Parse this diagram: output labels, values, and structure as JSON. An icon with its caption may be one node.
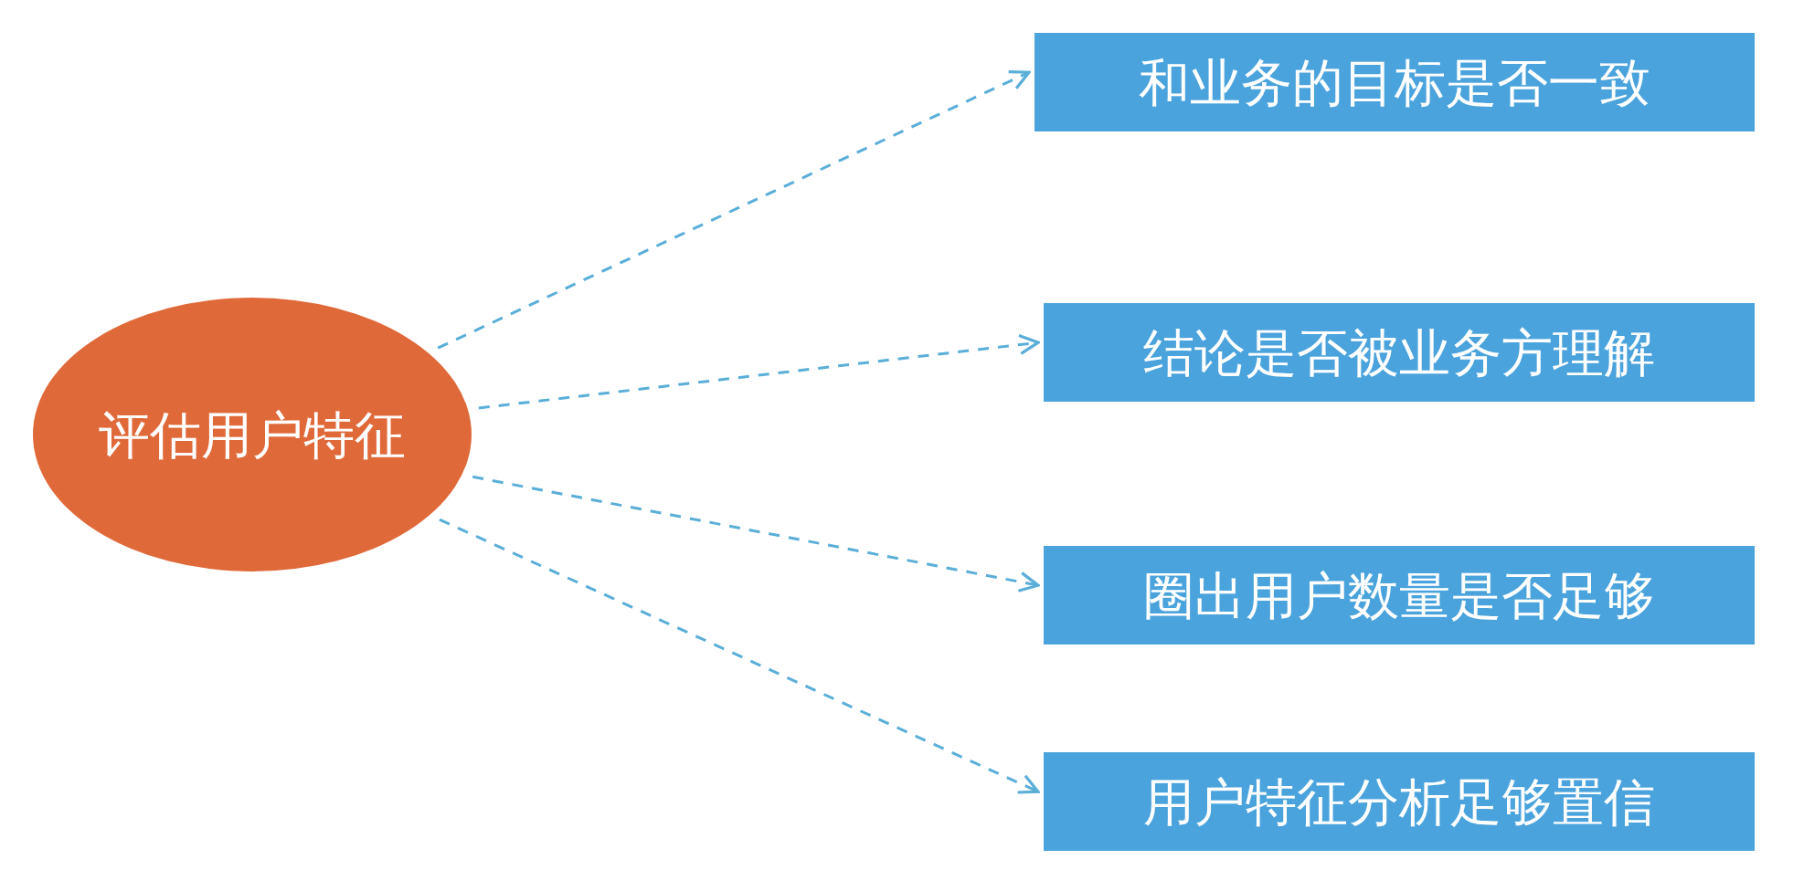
{
  "diagram": {
    "nodes": [
      {
        "text": [
          "评估用户特征"
        ]
      },
      {
        "text": [
          "和业务的目标是否一致"
        ]
      },
      {
        "text": [
          "结论是否被业务方理解"
        ]
      },
      {
        "text": [
          "圈出用户数量是否足够"
        ]
      },
      {
        "text": [
          "用户特征分析足够置信"
        ]
      }
    ],
    "edges": [
      {
        "from": 0,
        "to": 1,
        "arrow": "to",
        "style": "dashed"
      },
      {
        "from": 0,
        "to": 2,
        "arrow": "to",
        "style": "dashed"
      },
      {
        "from": 0,
        "to": 3,
        "arrow": "to",
        "style": "dashed"
      },
      {
        "from": 0,
        "to": 4,
        "arrow": "to",
        "style": "dashed"
      }
    ]
  }
}
